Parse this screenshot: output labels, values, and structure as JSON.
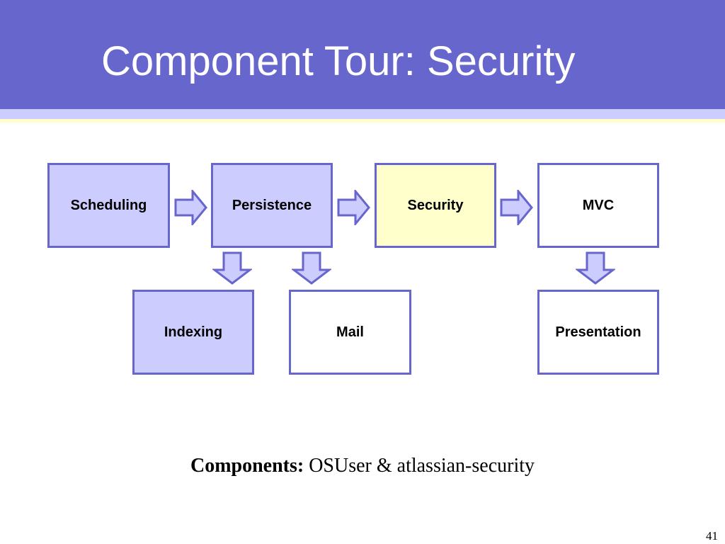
{
  "slide": {
    "title": "Component Tour: Security",
    "colors": {
      "header": "#6666cc",
      "stripe": "#ccccff",
      "accent_line": "#ffffcc",
      "box_border": "#6666cc",
      "box_lavender": "#ccccff",
      "box_highlight": "#ffffcc"
    }
  },
  "diagram": {
    "nodes": [
      {
        "id": "scheduling",
        "label": "Scheduling",
        "fill": "lavender"
      },
      {
        "id": "persistence",
        "label": "Persistence",
        "fill": "lavender"
      },
      {
        "id": "security",
        "label": "Security",
        "fill": "yellow"
      },
      {
        "id": "mvc",
        "label": "MVC",
        "fill": "white"
      },
      {
        "id": "indexing",
        "label": "Indexing",
        "fill": "lavender"
      },
      {
        "id": "mail",
        "label": "Mail",
        "fill": "white"
      },
      {
        "id": "presentation",
        "label": "Presentation",
        "fill": "white"
      }
    ],
    "edges": [
      {
        "from": "scheduling",
        "to": "persistence",
        "direction": "right"
      },
      {
        "from": "persistence",
        "to": "security",
        "direction": "right"
      },
      {
        "from": "security",
        "to": "mvc",
        "direction": "right"
      },
      {
        "from": "persistence",
        "to": "indexing",
        "direction": "down"
      },
      {
        "from": "persistence",
        "to": "mail",
        "direction": "down"
      },
      {
        "from": "mvc",
        "to": "presentation",
        "direction": "down"
      }
    ]
  },
  "caption": {
    "label": "Components:",
    "text": "OSUser & atlassian-security"
  },
  "page_number": "41"
}
